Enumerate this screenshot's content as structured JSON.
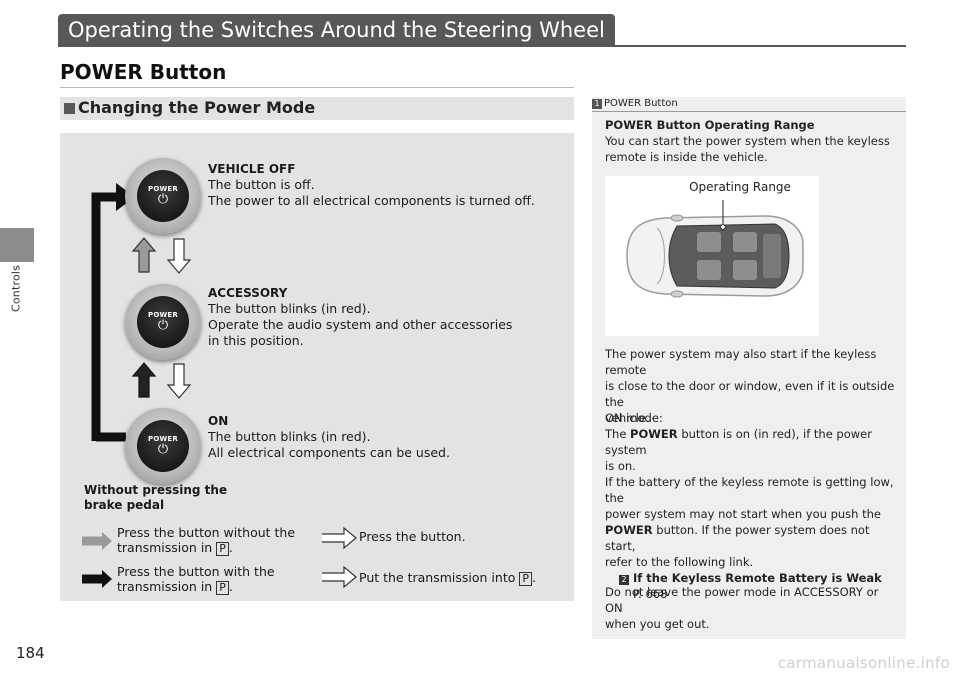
{
  "page": {
    "number": "184",
    "side_label": "Controls",
    "section_title": "Operating the Switches Around the Steering Wheel",
    "title": "POWER Button",
    "watermark": "carmanualsonline.info"
  },
  "main": {
    "subsection_title": "Changing the Power Mode",
    "button_word": "POWER",
    "button_symbol": "⏻",
    "modes": [
      {
        "heading": "VEHICLE OFF",
        "line1": "The button is off.",
        "line2": "The power to all electrical components is turned off.",
        "line3": ""
      },
      {
        "heading": "ACCESSORY",
        "line1": "The button blinks (in red).",
        "line2": "Operate the audio system and other accessories",
        "line3": "in this position."
      },
      {
        "heading": "ON",
        "line1": "The button blinks (in red).",
        "line2": "All electrical components can be used.",
        "line3": ""
      }
    ],
    "brake_note_line1": "Without pressing the",
    "brake_note_line2": "brake pedal",
    "legend": {
      "grey_line1": "Press the button without the",
      "grey_line2": "transmission in",
      "black_line1": "Press the button with the",
      "black_line2": "transmission in",
      "p_symbol": "P",
      "period": ".",
      "outline_press": "Press the button.",
      "outline_put": "Put the transmission into"
    }
  },
  "note": {
    "header_tag": "1",
    "header": "POWER Button",
    "range_title": "POWER Button Operating Range",
    "range_line1": "You can start the power system when the keyless",
    "range_line2": "remote is inside the vehicle.",
    "image_label": "Operating Range",
    "p1_line1": "The power system may also start if the keyless remote",
    "p1_line2": "is close to the door or window, even if it is outside the",
    "p1_line3": "vehicle.",
    "on_mode_label": "ON mode:",
    "on_line1_a": "The",
    "on_line1_b": "POWER",
    "on_line1_c": "button is on (in red), if the power system",
    "on_line2": "is on.",
    "batt_line1": "If the battery of the keyless remote is getting low, the",
    "batt_line2": "power system may not start when you push the",
    "batt_line3_b": "POWER",
    "batt_line3_c": "button. If the power system does not start,",
    "batt_line4": "refer to the following link.",
    "link_sym": "2",
    "link_title": "If the Keyless Remote Battery is Weak",
    "link_page": "P. 668",
    "final_line1": "Do not leave the power mode in ACCESSORY or ON",
    "final_line2": "when you get out."
  }
}
